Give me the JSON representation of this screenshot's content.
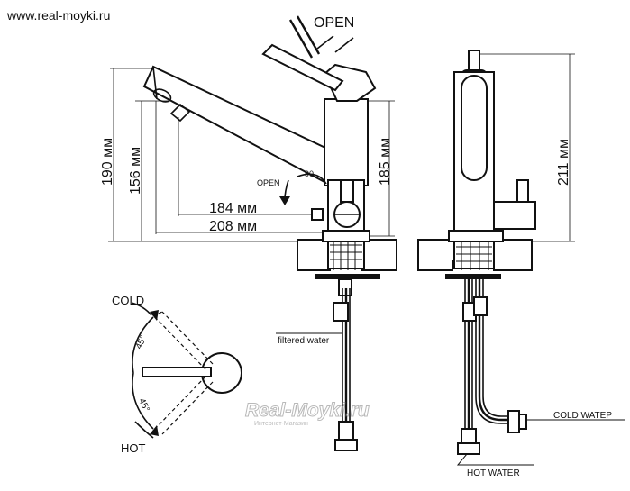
{
  "site": {
    "url": "www.real-moyki.ru"
  },
  "labels": {
    "open_main": "OPEN",
    "open_small": "OPEN",
    "angle_90": "90",
    "dim_184": "184 мм",
    "dim_208": "208 мм",
    "dim_190": "190 мм",
    "dim_156": "156 мм",
    "dim_185": "185 мм",
    "dim_211": "211 мм",
    "cold": "COLD",
    "hot": "HOT",
    "angle_45_top": "45°",
    "angle_45_bottom": "45°",
    "filtered_water": "filtered water",
    "cold_water": "COLD WATEP",
    "hot_water": "HOT  WATER"
  },
  "watermark": {
    "title": "Real-Moyki.ru",
    "subtitle": "Интернет-Магазин"
  }
}
